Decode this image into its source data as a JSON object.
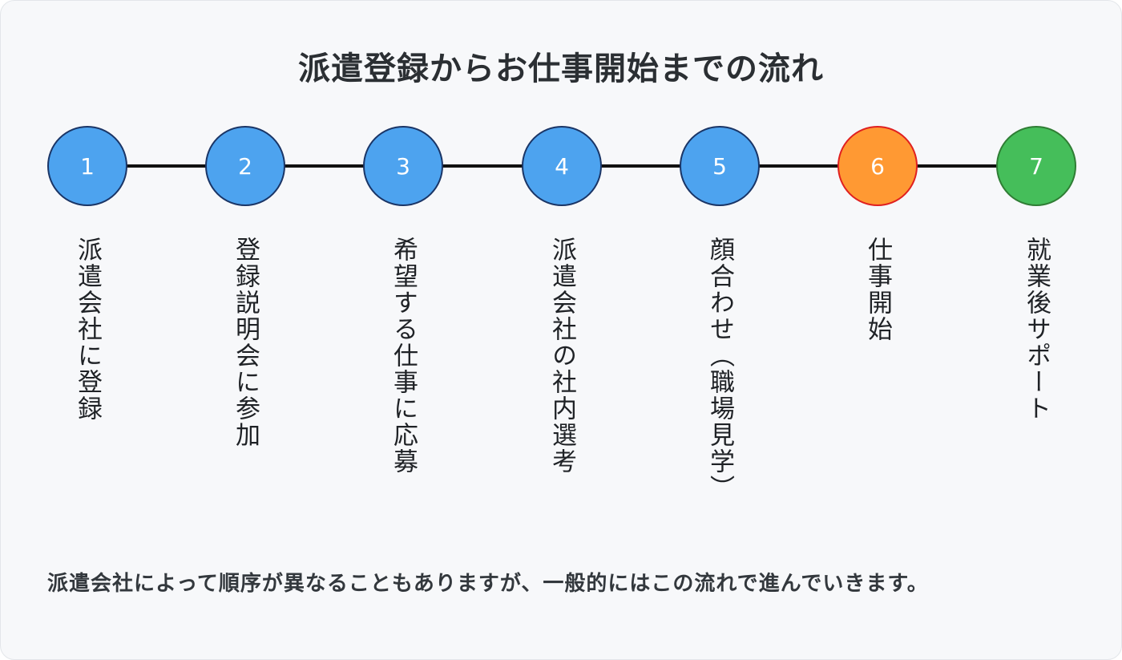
{
  "title": "派遣登録からお仕事開始までの流れ",
  "colors": {
    "default_step": "#4da3ef",
    "default_border": "#1a3566",
    "current_step": "#ff9933",
    "current_border": "#e02020",
    "final_step": "#45be5a",
    "final_border": "#2f7d34"
  },
  "steps": [
    {
      "number": "1",
      "label": "派遣会社に登録",
      "status": "default"
    },
    {
      "number": "2",
      "label": "登録説明会に参加",
      "status": "default"
    },
    {
      "number": "3",
      "label": "希望する仕事に応募",
      "status": "default"
    },
    {
      "number": "4",
      "label": "派遣会社の社内選考",
      "status": "default"
    },
    {
      "number": "5",
      "label": "顔合わせ（職場見学）",
      "status": "default"
    },
    {
      "number": "6",
      "label": "仕事開始",
      "status": "current"
    },
    {
      "number": "7",
      "label": "就業後サポート",
      "status": "final"
    }
  ],
  "note": "派遣会社によって順序が異なることもありますが、一般的にはこの流れで進んでいきます。"
}
